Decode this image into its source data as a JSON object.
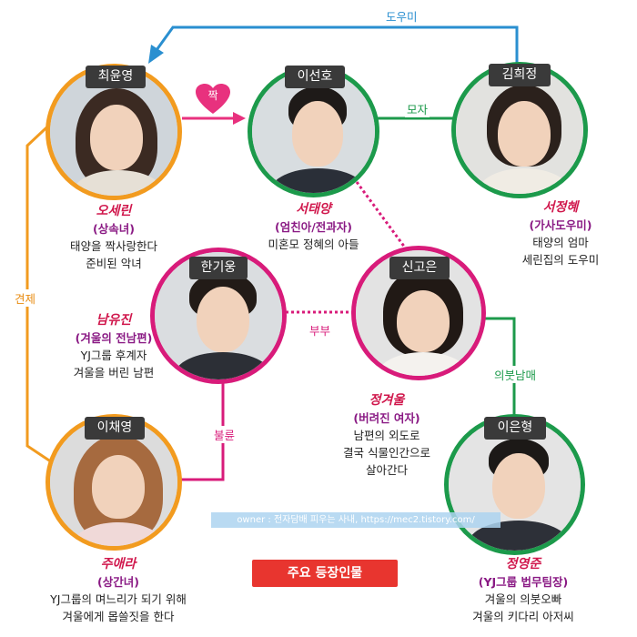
{
  "characters": {
    "choi": {
      "name": "최윤영",
      "drama": "오세린",
      "tag": "(상속녀)",
      "desc1": "태양을 짝사랑한다",
      "desc2": "준비된 악녀"
    },
    "lee": {
      "name": "이선호",
      "drama": "서태양",
      "tag": "(엄친아/전과자)",
      "desc1": "미혼모 정혜의 아들"
    },
    "kim": {
      "name": "김희정",
      "drama": "서정혜",
      "tag": "(가사도우미)",
      "desc1": "태양의 엄마",
      "desc2": "세린집의 도우미"
    },
    "han": {
      "name": "한기웅",
      "drama": "남유진",
      "tag": "(겨울의 전남편)",
      "desc1": "YJ그룹 후계자",
      "desc2": "겨울을 버린 남편"
    },
    "shin": {
      "name": "신고은",
      "drama": "정겨울",
      "tag": "(버려진 여자)",
      "desc1": "남편의 외도로",
      "desc2": "결국 식물인간으로",
      "desc3": "살아간다"
    },
    "chae": {
      "name": "이채영",
      "drama": "주애라",
      "tag": "(상간녀)",
      "desc1": "YJ그룹의 며느리가 되기 위해",
      "desc2": "겨울에게 몹쓸짓을 한다"
    },
    "eun": {
      "name": "이은형",
      "drama": "정영준",
      "tag": "(YJ그룹 법무팀장)",
      "desc1": "겨울의 의붓오빠",
      "desc2": "겨울의 키다리 아저씨"
    }
  },
  "relations": {
    "helper": "도우미",
    "crush": "짝",
    "mother_son": "모자",
    "rivals": "견제",
    "spouses": "부부",
    "affair": "불륜",
    "step_siblings": "의붓남매"
  },
  "title": "주요 등장인물",
  "credit": "owner : 전자담배 피우는 사내, https://mec2.tistory.com/",
  "colors": {
    "orange": "#f29b1f",
    "green": "#1c9a4b",
    "pink": "#d81b7a",
    "blue": "#2a8fd0",
    "red": "#e8352f"
  }
}
